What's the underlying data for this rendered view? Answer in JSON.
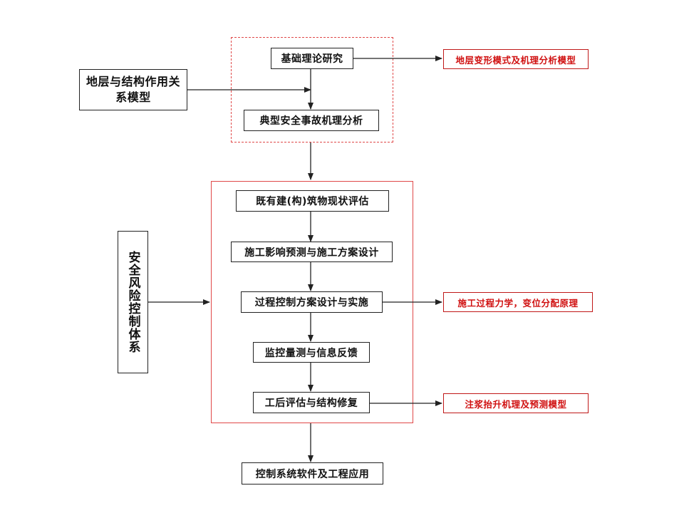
{
  "colors": {
    "line": "#222222",
    "accent_red": "#d01010",
    "group_border": "#e04848"
  },
  "nodes": {
    "basic_theory": "基础理论研究",
    "accident_analysis": "典型安全事故机理分析",
    "strata_interaction": "地层与结构作用关系模型",
    "deformation_model": "地层变形模式及机理分析模型",
    "existing_assessment": "既有建(构)筑物现状评估",
    "impact_prediction": "施工影响预测与施工方案设计",
    "process_control": "过程控制方案设计与实施",
    "construction_mechanics": "施工过程力学，变位分配原理",
    "monitoring": "监控量测与信息反馈",
    "post_assessment": "工后评估与结构修复",
    "grouting_model": "注浆抬升机理及预测模型",
    "risk_system": "安全风险控制体系",
    "software": "控制系统软件及工程应用"
  }
}
